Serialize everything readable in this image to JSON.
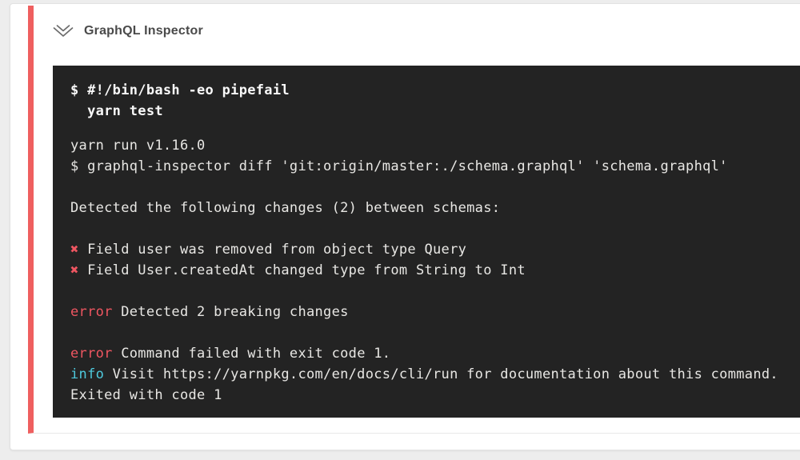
{
  "colors": {
    "page_bg": "#ededed",
    "card_bg": "#ffffff",
    "card_border": "#e2e2e2",
    "step_accent": "#ef5f5f",
    "title": "#4a4a4a",
    "icon": "#6b6b6b",
    "terminal_bg": "#232323",
    "terminal_text": "#e8e7e4",
    "terminal_command": "#f8f8f8",
    "error": "#ef5661",
    "cross": "#ef5661",
    "info": "#4ec9dc"
  },
  "step": {
    "title": "GraphQL Inspector",
    "icon": "chevron-double-down-icon",
    "status": "failed"
  },
  "terminal": {
    "command_lines": [
      "$ #!/bin/bash -eo pipefail",
      "  yarn test"
    ],
    "output_lines": [
      [
        {
          "t": "yarn run v1.16.0",
          "s": "plain"
        }
      ],
      [
        {
          "t": "$ graphql-inspector diff 'git:origin/master:./schema.graphql' 'schema.graphql'",
          "s": "plain"
        }
      ],
      [],
      [
        {
          "t": "Detected the following changes (2) between schemas:",
          "s": "plain"
        }
      ],
      [],
      [
        {
          "t": "✖",
          "s": "cross"
        },
        {
          "t": " Field user was removed from object type Query",
          "s": "plain"
        }
      ],
      [
        {
          "t": "✖",
          "s": "cross"
        },
        {
          "t": " Field User.createdAt changed type from String to Int",
          "s": "plain"
        }
      ],
      [],
      [
        {
          "t": "error",
          "s": "error"
        },
        {
          "t": " Detected 2 breaking changes",
          "s": "plain"
        }
      ],
      [],
      [
        {
          "t": "error",
          "s": "error"
        },
        {
          "t": " Command failed with exit code 1.",
          "s": "plain"
        }
      ],
      [
        {
          "t": "info",
          "s": "info"
        },
        {
          "t": " Visit https://yarnpkg.com/en/docs/cli/run for documentation about this command.",
          "s": "plain"
        }
      ],
      [
        {
          "t": "Exited with code 1",
          "s": "plain"
        }
      ]
    ]
  }
}
